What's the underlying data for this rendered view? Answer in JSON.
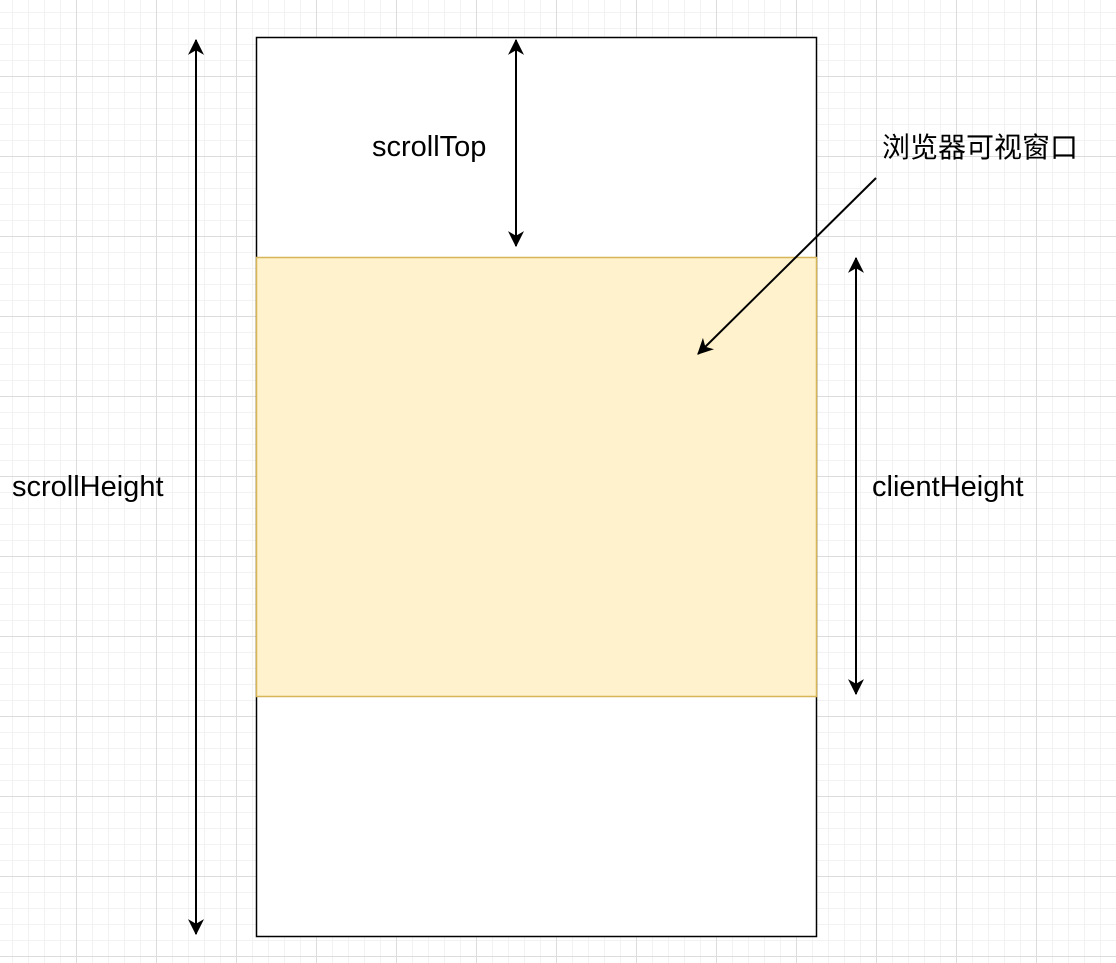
{
  "labels": {
    "scroll_top": "scrollTop",
    "scroll_height": "scrollHeight",
    "client_height": "clientHeight",
    "viewport": "浏览器可视窗口"
  },
  "colors": {
    "document_fill": "#ffffff",
    "document_stroke": "#000000",
    "viewport_fill": "#fff2cc",
    "viewport_stroke": "#d6b656",
    "arrow": "#000000"
  }
}
